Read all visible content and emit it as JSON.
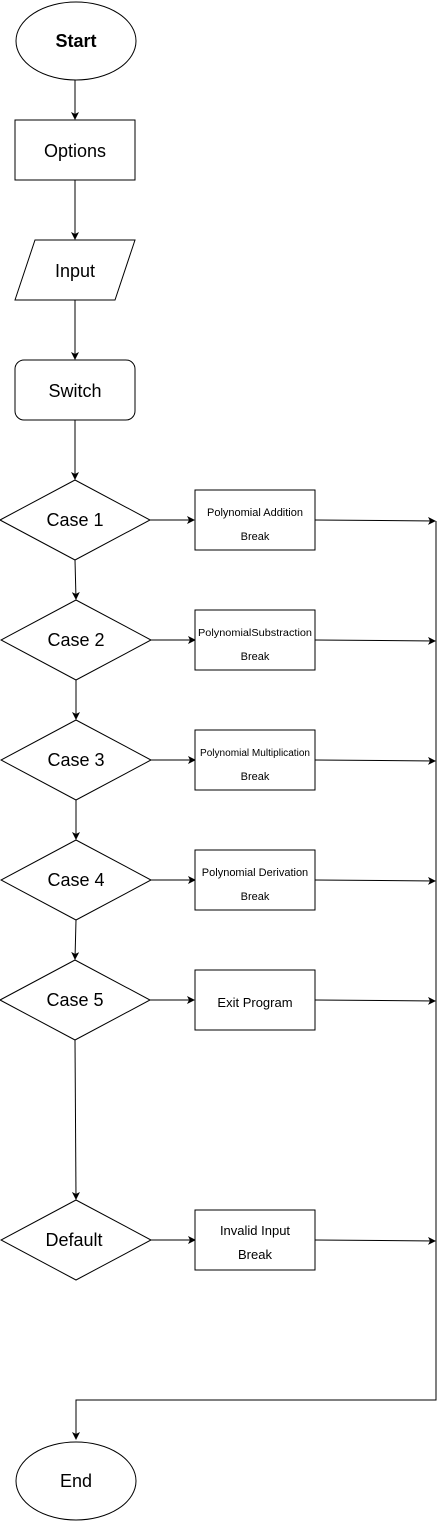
{
  "nodes": {
    "start": "Start",
    "options": "Options",
    "input": "Input",
    "switch": "Switch",
    "case1": "Case 1",
    "case2": "Case 2",
    "case3": "Case 3",
    "case4": "Case 4",
    "case5": "Case 5",
    "default": "Default",
    "end": "End"
  },
  "actions": {
    "a1": [
      "Polynomial Addition",
      "Break"
    ],
    "a2": [
      "PolynomialSubstraction",
      "Break"
    ],
    "a3": [
      "Polynomial Multiplication",
      "Break"
    ],
    "a4": [
      "Polynomial Derivation",
      "Break"
    ],
    "a5": [
      "Exit Program"
    ],
    "a6": [
      "Invalid Input",
      "Break"
    ]
  }
}
